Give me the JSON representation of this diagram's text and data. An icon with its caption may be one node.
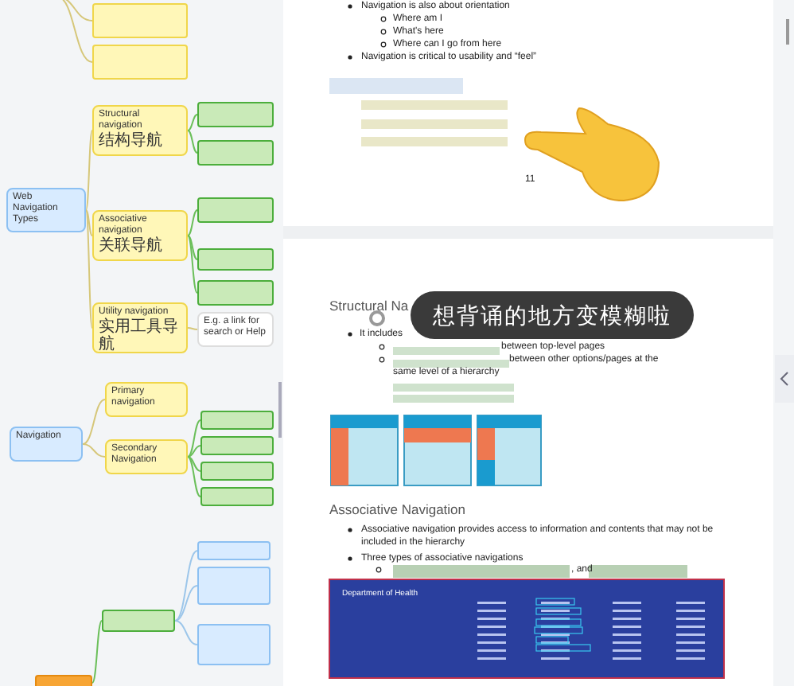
{
  "diagram": {
    "nodes": [
      {
        "text": [],
        "shape": "box"
      },
      {
        "text": [],
        "shape": "box"
      },
      {
        "text": [
          "Web Navigation Types"
        ]
      },
      {
        "text": [
          "Structural navigation 结构导航"
        ]
      },
      {
        "text": [],
        "shape": "box"
      },
      {
        "text": [],
        "shape": "box"
      },
      {
        "text": [
          "Associative navigation 关联导航"
        ]
      },
      {
        "text": [],
        "shape": "box"
      },
      {
        "text": [],
        "shape": "box"
      },
      {
        "text": [],
        "shape": "box"
      },
      {
        "text": [
          "Utility navigation 实用工具导航"
        ]
      },
      {
        "text": [
          "E.g. a link for search or Help"
        ]
      },
      {
        "text": [
          "Navigation"
        ]
      },
      {
        "text": [
          "Primary navigation"
        ]
      },
      {
        "text": [
          "Secondary Navigation"
        ]
      },
      {
        "text": [],
        "shape": "box"
      },
      {
        "text": [],
        "shape": "box"
      },
      {
        "text": [],
        "shape": "box"
      },
      {
        "text": [],
        "shape": "box"
      },
      {
        "text": [],
        "shape": "box"
      },
      {
        "text": [],
        "shape": "box"
      },
      {
        "text": [],
        "shape": "box"
      },
      {
        "text": [],
        "shape": "box"
      },
      {
        "text": [],
        "shape": "box"
      }
    ],
    "edges": [
      {
        "from": null,
        "to": 0,
        "arrow": "none",
        "color": "#d6c77a"
      },
      {
        "from": null,
        "to": 1,
        "arrow": "none",
        "color": "#d6c77a"
      },
      {
        "from": 2,
        "to": 3,
        "arrow": "none",
        "color": "#d6c77a"
      },
      {
        "from": 2,
        "to": 6,
        "arrow": "none",
        "color": "#d6c77a"
      },
      {
        "from": 2,
        "to": 10,
        "arrow": "none",
        "color": "#d6c77a"
      },
      {
        "from": 3,
        "to": 4,
        "arrow": "none"
      },
      {
        "from": 3,
        "to": 5,
        "arrow": "none"
      },
      {
        "from": 6,
        "to": 7,
        "arrow": "none"
      },
      {
        "from": 6,
        "to": 8,
        "arrow": "none"
      },
      {
        "from": 6,
        "to": 9,
        "arrow": "none"
      },
      {
        "from": 10,
        "to": 11,
        "arrow": "none",
        "color": "#d6c77a"
      },
      {
        "from": 12,
        "to": 13,
        "arrow": "none",
        "color": "#d6c77a"
      },
      {
        "from": 12,
        "to": 14,
        "arrow": "none",
        "color": "#d6c77a"
      },
      {
        "from": 14,
        "to": 15,
        "arrow": "none"
      },
      {
        "from": 14,
        "to": 16,
        "arrow": "none"
      },
      {
        "from": 14,
        "to": 17,
        "arrow": "none"
      },
      {
        "from": 14,
        "to": 18,
        "arrow": "none"
      },
      {
        "from": 23,
        "to": 19,
        "arrow": "none"
      },
      {
        "from": 19,
        "to": 20,
        "arrow": "none",
        "color": "#9cc6ea"
      },
      {
        "from": 19,
        "to": 21,
        "arrow": "none",
        "color": "#9cc6ea"
      },
      {
        "from": 19,
        "to": 22,
        "arrow": "none",
        "color": "#9cc6ea"
      }
    ],
    "labels": [
      "Navigation is also about orientation",
      "Where am I",
      "What's here",
      "Where can I go from here",
      "Navigation is critical to usability and “feel”",
      "11",
      "Structural Na",
      "想背诵的地方变模糊啦",
      "It includes",
      "between top-level pages",
      "between other options/pages at the same level of a hierarchy",
      "Associative Navigation",
      "Associative navigation provides access to information and contents that may not be included in the hierarchy",
      "Three types of associative navigations",
      ", and",
      "Department of Health"
    ]
  }
}
